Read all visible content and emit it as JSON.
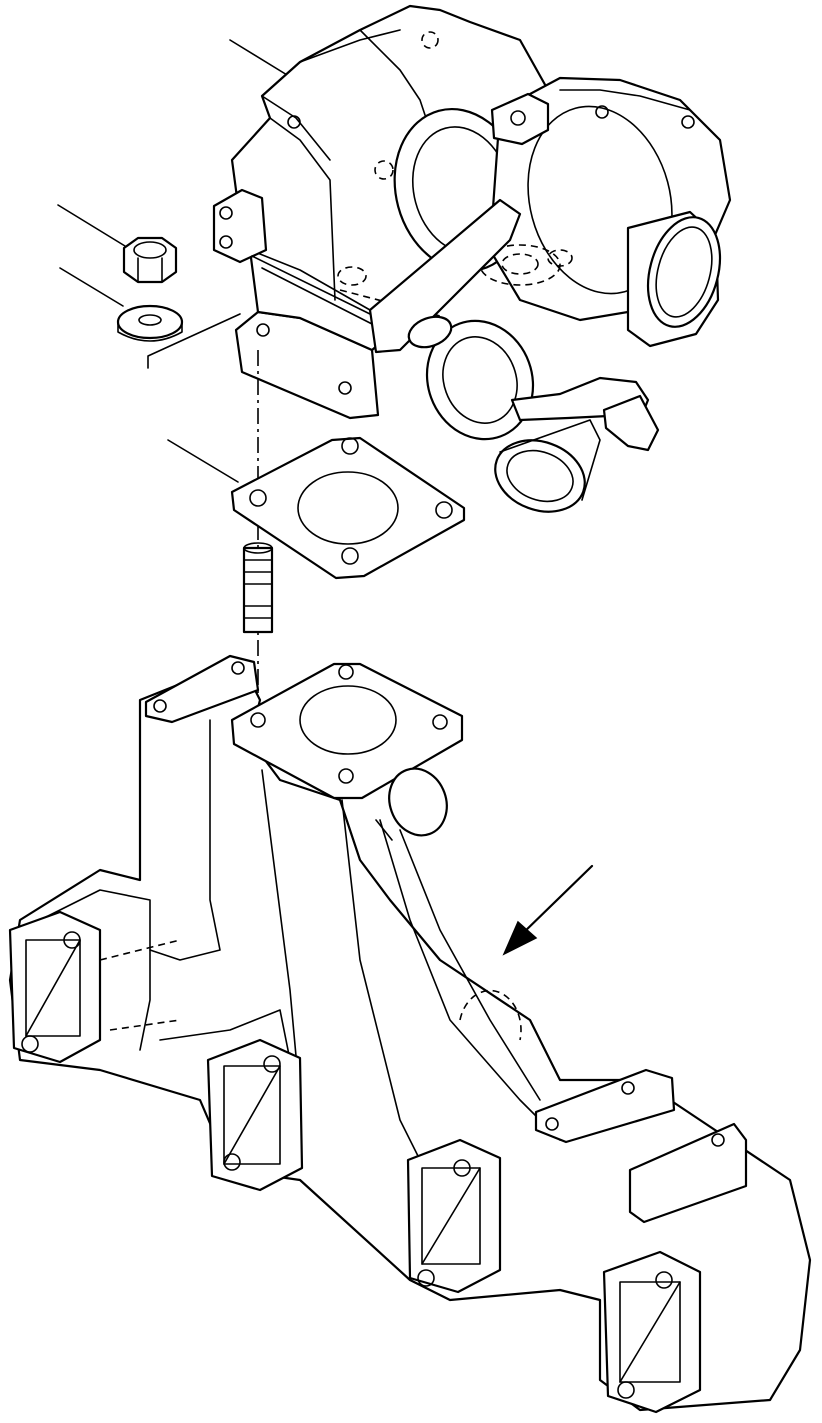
{
  "figure": {
    "parts": [
      {
        "id": "turbocharger",
        "icon": "turbocharger-icon"
      },
      {
        "id": "nut",
        "icon": "hex-nut-icon"
      },
      {
        "id": "washer",
        "icon": "washer-icon"
      },
      {
        "id": "gasket",
        "icon": "gasket-icon"
      },
      {
        "id": "stud",
        "icon": "stud-bolt-icon"
      },
      {
        "id": "exhaust-manifold",
        "icon": "exhaust-manifold-icon"
      }
    ],
    "colors": {
      "line": "#000000",
      "background": "#ffffff"
    }
  }
}
